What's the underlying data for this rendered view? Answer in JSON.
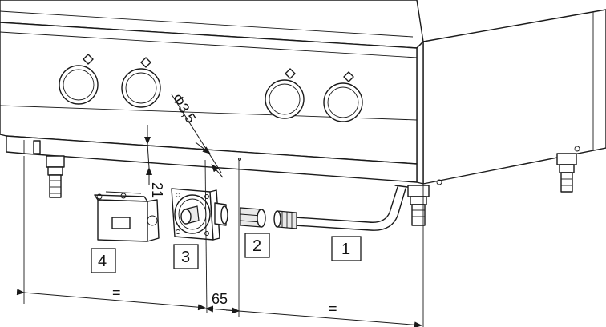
{
  "parts": [
    {
      "id": "part-1",
      "label": "1"
    },
    {
      "id": "part-2",
      "label": "2"
    },
    {
      "id": "part-3",
      "label": "3"
    },
    {
      "id": "part-4",
      "label": "4"
    }
  ],
  "dimensions": {
    "diameter": "Φ3,5",
    "depth": "21",
    "offset": "65",
    "equal_left": "=",
    "equal_right": "="
  },
  "colors": {
    "line": "#1a1a1a",
    "background": "#ffffff"
  }
}
